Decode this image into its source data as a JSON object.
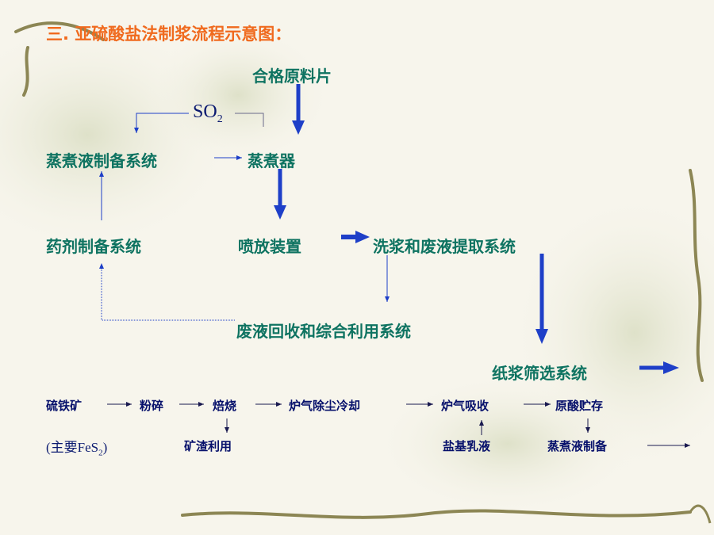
{
  "title": "三. 亚硫酸盐法制浆流程示意图：",
  "colors": {
    "title": "#f06a1e",
    "teal": "#0e7361",
    "navy": "#06106b",
    "arrow": "#1e3fc8"
  },
  "nodes": {
    "raw_chips": "合格原料片",
    "so2_base": "SO",
    "so2_sub": "2",
    "cooking_liquor_system": "蒸煮液制备系统",
    "digester": "蒸煮器",
    "chemical_prep_system": "药剂制备系统",
    "blow_device": "喷放装置",
    "washing_extraction": "洗浆和废液提取系统",
    "waste_recovery": "废液回收和综合利用系统",
    "screening_system": "纸浆筛选系统"
  },
  "process_row": {
    "steps": [
      "硫铁矿",
      "粉碎",
      "焙烧",
      "炉气除尘冷却",
      "炉气吸收",
      "原酸贮存"
    ],
    "ore_note_prefix": "(主要FeS",
    "ore_note_sub": "2",
    "ore_note_suffix": ")",
    "slag_use": "矿渣利用",
    "base_emulsion": "盐基乳液",
    "liquor_prep": "蒸煮液制备"
  }
}
